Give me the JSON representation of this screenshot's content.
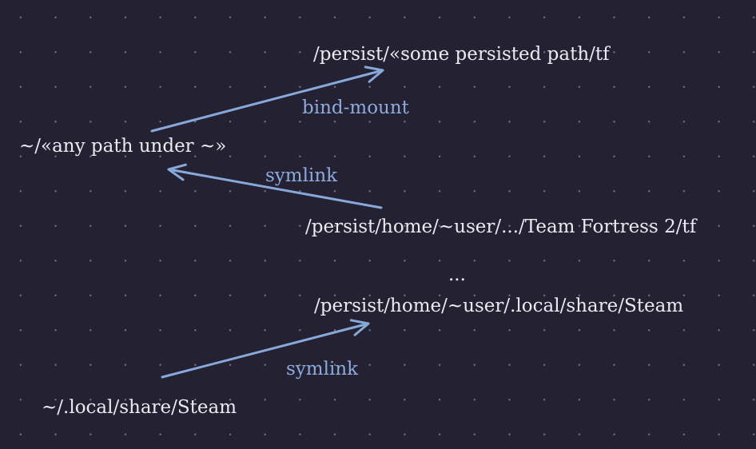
{
  "canvas": {
    "background_color": "#242132",
    "grid_dot_color": "#b2b0c0",
    "text_color": "#eceaf0",
    "accent_color": "#8cabdc"
  },
  "diagram": {
    "nodes": [
      {
        "id": "persist-some-path",
        "text": "/persist/«some persisted path/tf"
      },
      {
        "id": "home-any-path",
        "text": "~/«any path under ~»"
      },
      {
        "id": "persist-tf2",
        "text": "/persist/home/~user/.../Team Fortress 2/tf"
      },
      {
        "id": "ellipsis",
        "text": "..."
      },
      {
        "id": "persist-steam",
        "text": "/persist/home/~user/.local/share/Steam"
      },
      {
        "id": "home-steam",
        "text": "~/.local/share/Steam"
      }
    ],
    "edges": [
      {
        "id": "bind-mount-arrow",
        "label": "bind-mount",
        "from": "home-any-path",
        "to": "persist-some-path"
      },
      {
        "id": "symlink-arrow-1",
        "label": "symlink",
        "from": "persist-tf2",
        "to": "home-any-path"
      },
      {
        "id": "symlink-arrow-2",
        "label": "symlink",
        "from": "home-steam",
        "to": "persist-steam"
      }
    ]
  }
}
